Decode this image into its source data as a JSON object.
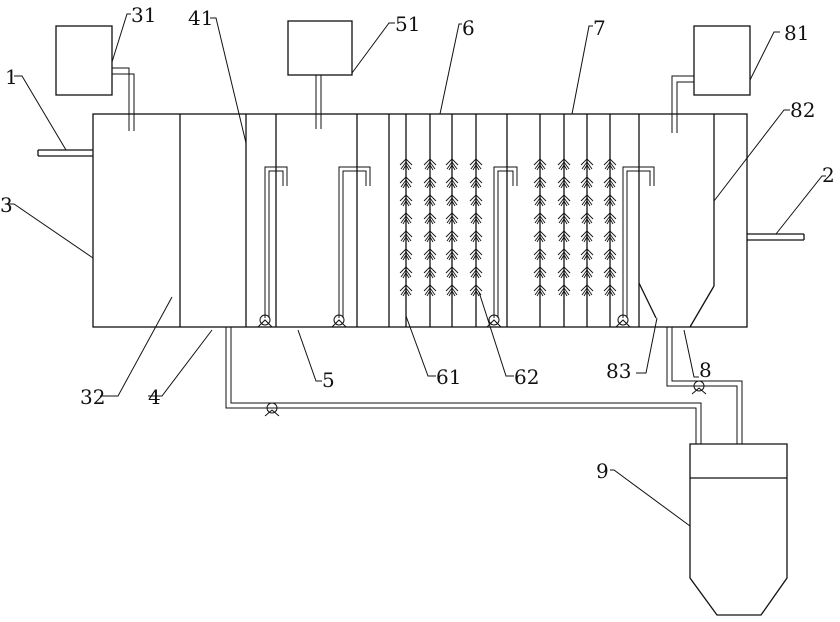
{
  "labels": {
    "l1": "1",
    "l2": "2",
    "l3": "3",
    "l31": "31",
    "l32": "32",
    "l4": "4",
    "l41": "41",
    "l5": "5",
    "l51": "51",
    "l6": "6",
    "l61": "61",
    "l62": "62",
    "l7": "7",
    "l8": "8",
    "l81": "81",
    "l82": "82",
    "l83": "83",
    "l9": "9"
  }
}
